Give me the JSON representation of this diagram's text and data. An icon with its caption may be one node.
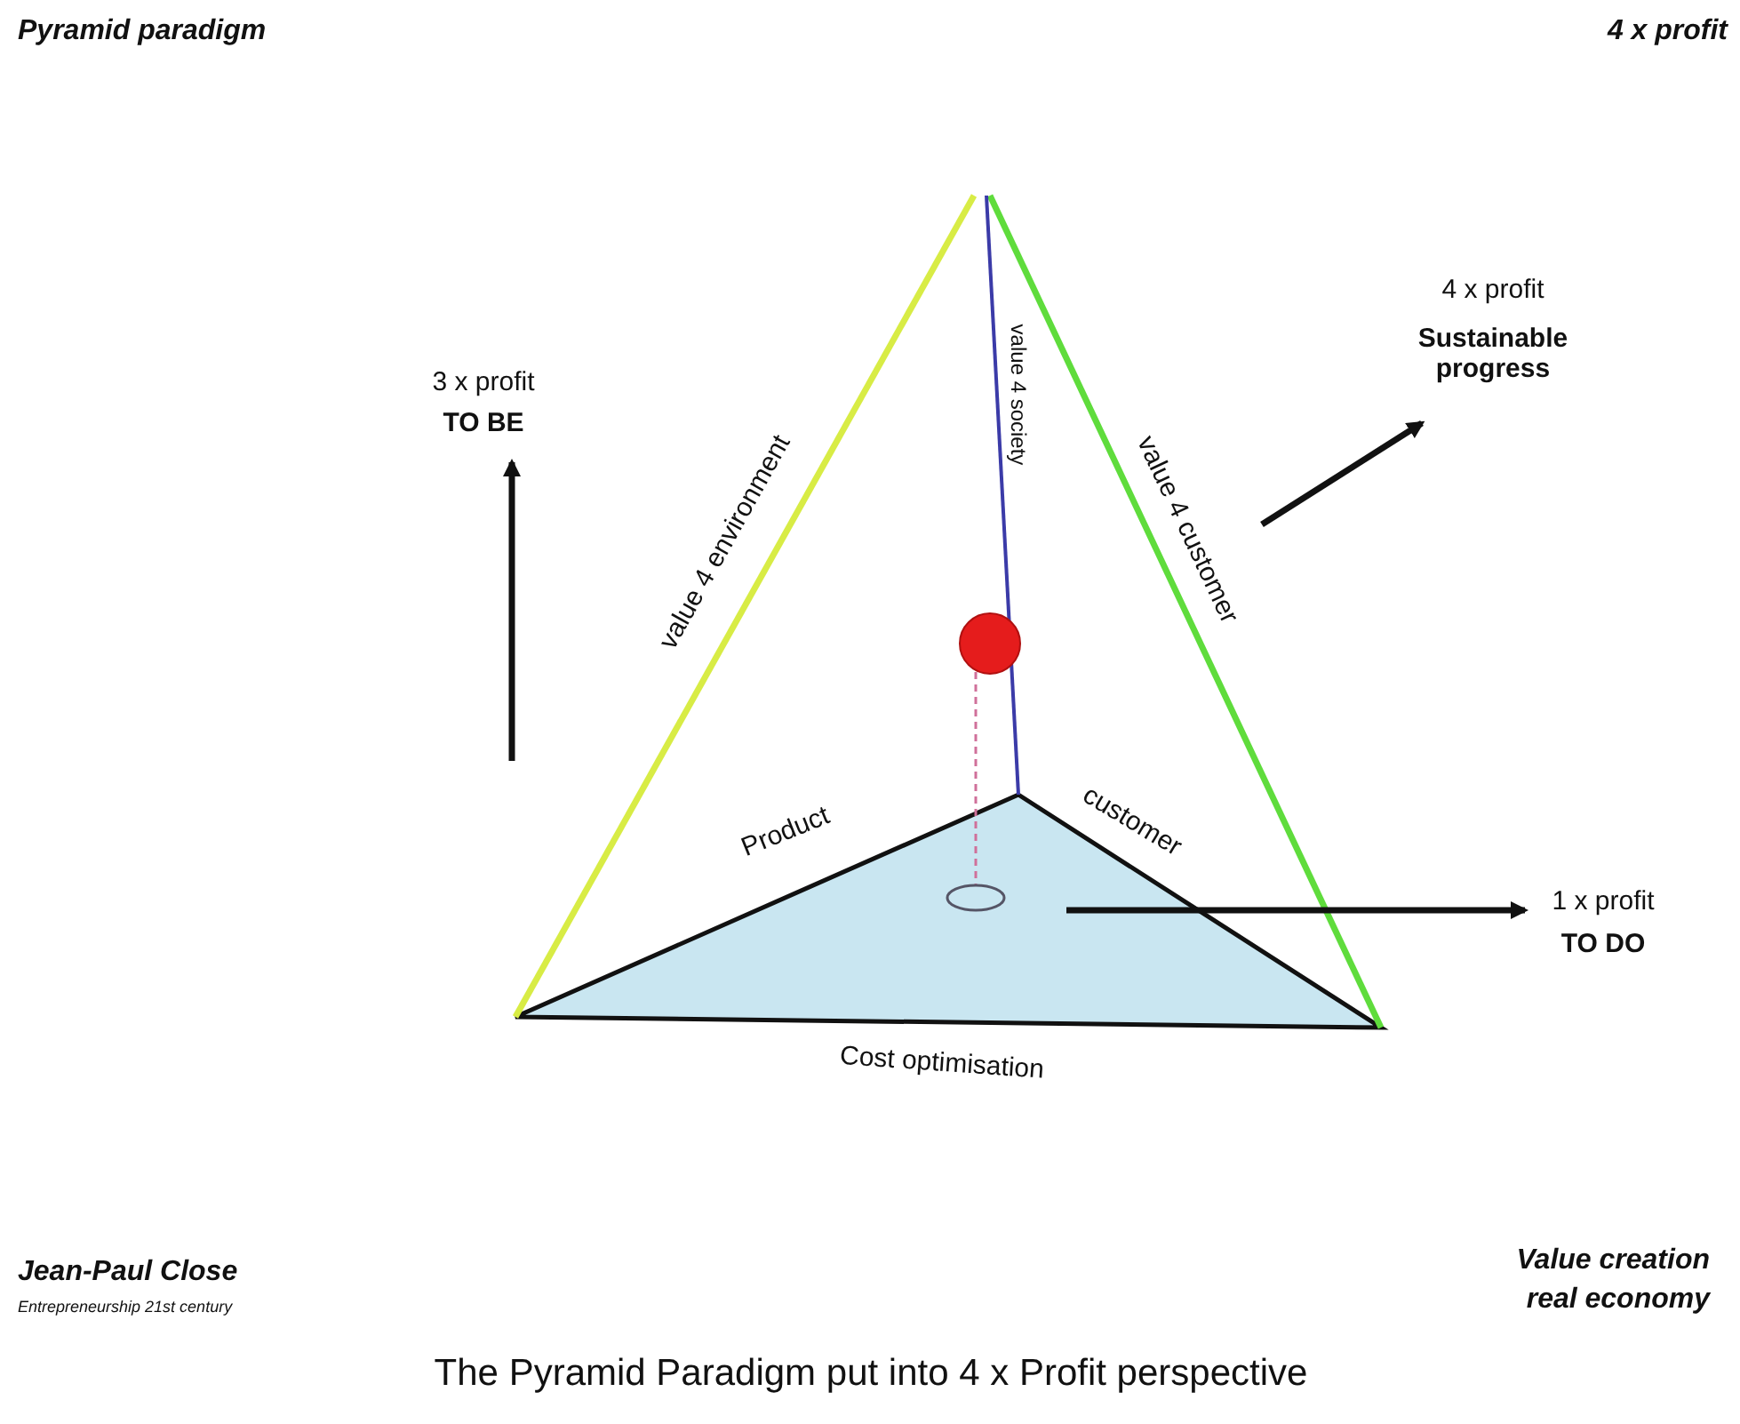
{
  "diagram": {
    "title": "Pyramid paradigm",
    "caption": "The Pyramid Paradigm put into 4 x Profit perspective",
    "labels": [
      "4 x profit",
      "3 x profit",
      "TO BE",
      "4 x profit",
      "Sustainable progress",
      "value 4 environment",
      "value 4 society",
      "value 4 customer",
      "Product",
      "customer",
      "1 x profit",
      "TO DO",
      "Cost optimisation",
      "Jean-Paul Close",
      "Entrepreneurship 21st century",
      "Value creation real economy"
    ]
  }
}
